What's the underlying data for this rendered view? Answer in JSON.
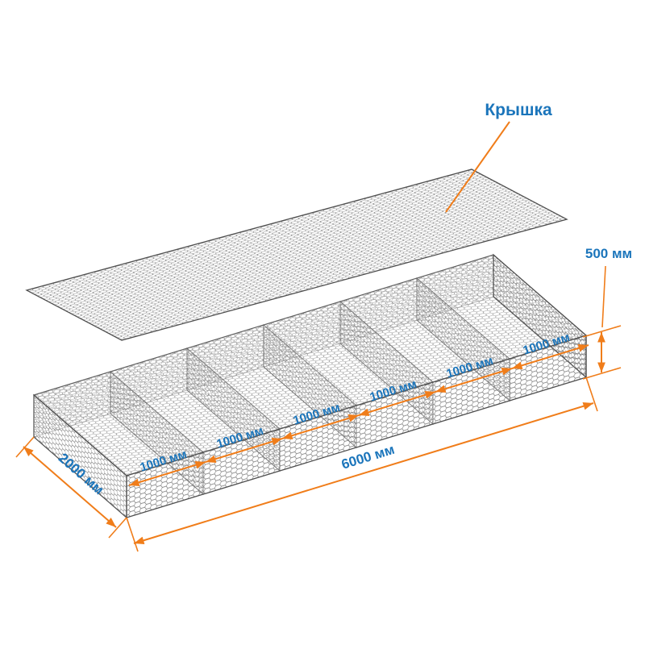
{
  "diagram_type": "gabion-mattress-exploded-view",
  "lid_label": "Крышка",
  "dimensions": {
    "height": "500 мм",
    "width": "2000 мм",
    "length": "6000 мм",
    "cells": [
      "1000 мм",
      "1000 мм",
      "1000 мм",
      "1000 мм",
      "1000 мм",
      "1000 мм"
    ]
  },
  "colors": {
    "dimension_lines": "#f07d1a",
    "label_text": "#1b75bb",
    "mesh_wire": "#6f6f6f",
    "mesh_edge": "#4f4f4f",
    "background": "#ffffff"
  }
}
